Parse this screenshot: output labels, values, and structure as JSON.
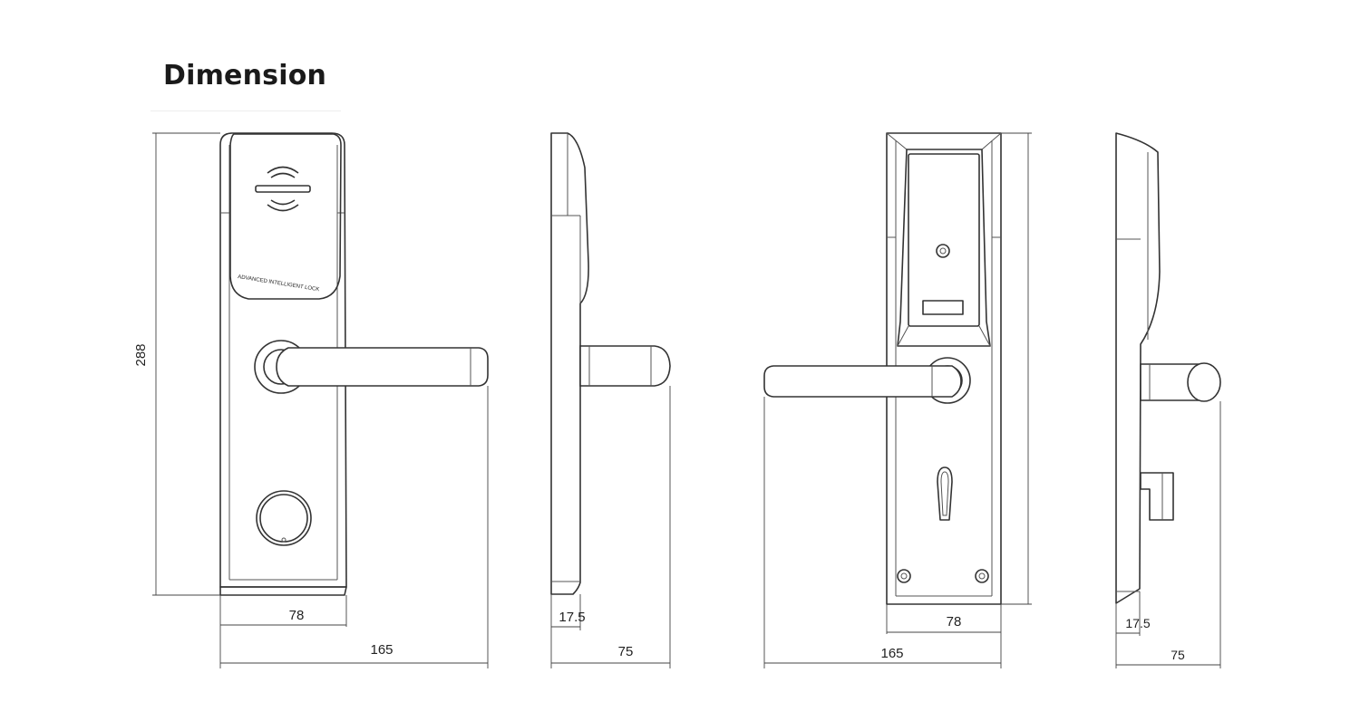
{
  "title": "Dimension",
  "views": {
    "front": {
      "height_label": "288",
      "plate_width_label": "78",
      "total_width_label": "165",
      "plate_text": "ADVANCED INTELLIGENT LOCK"
    },
    "side_left": {
      "plate_depth_label": "17.5",
      "total_depth_label": "75"
    },
    "back": {
      "plate_width_label": "78",
      "total_width_label": "165"
    },
    "side_right": {
      "plate_depth_label": "17.5",
      "total_depth_label": "75"
    }
  },
  "icons": [
    "rfid-card-icon",
    "keyhole-icon",
    "screw-icon"
  ]
}
